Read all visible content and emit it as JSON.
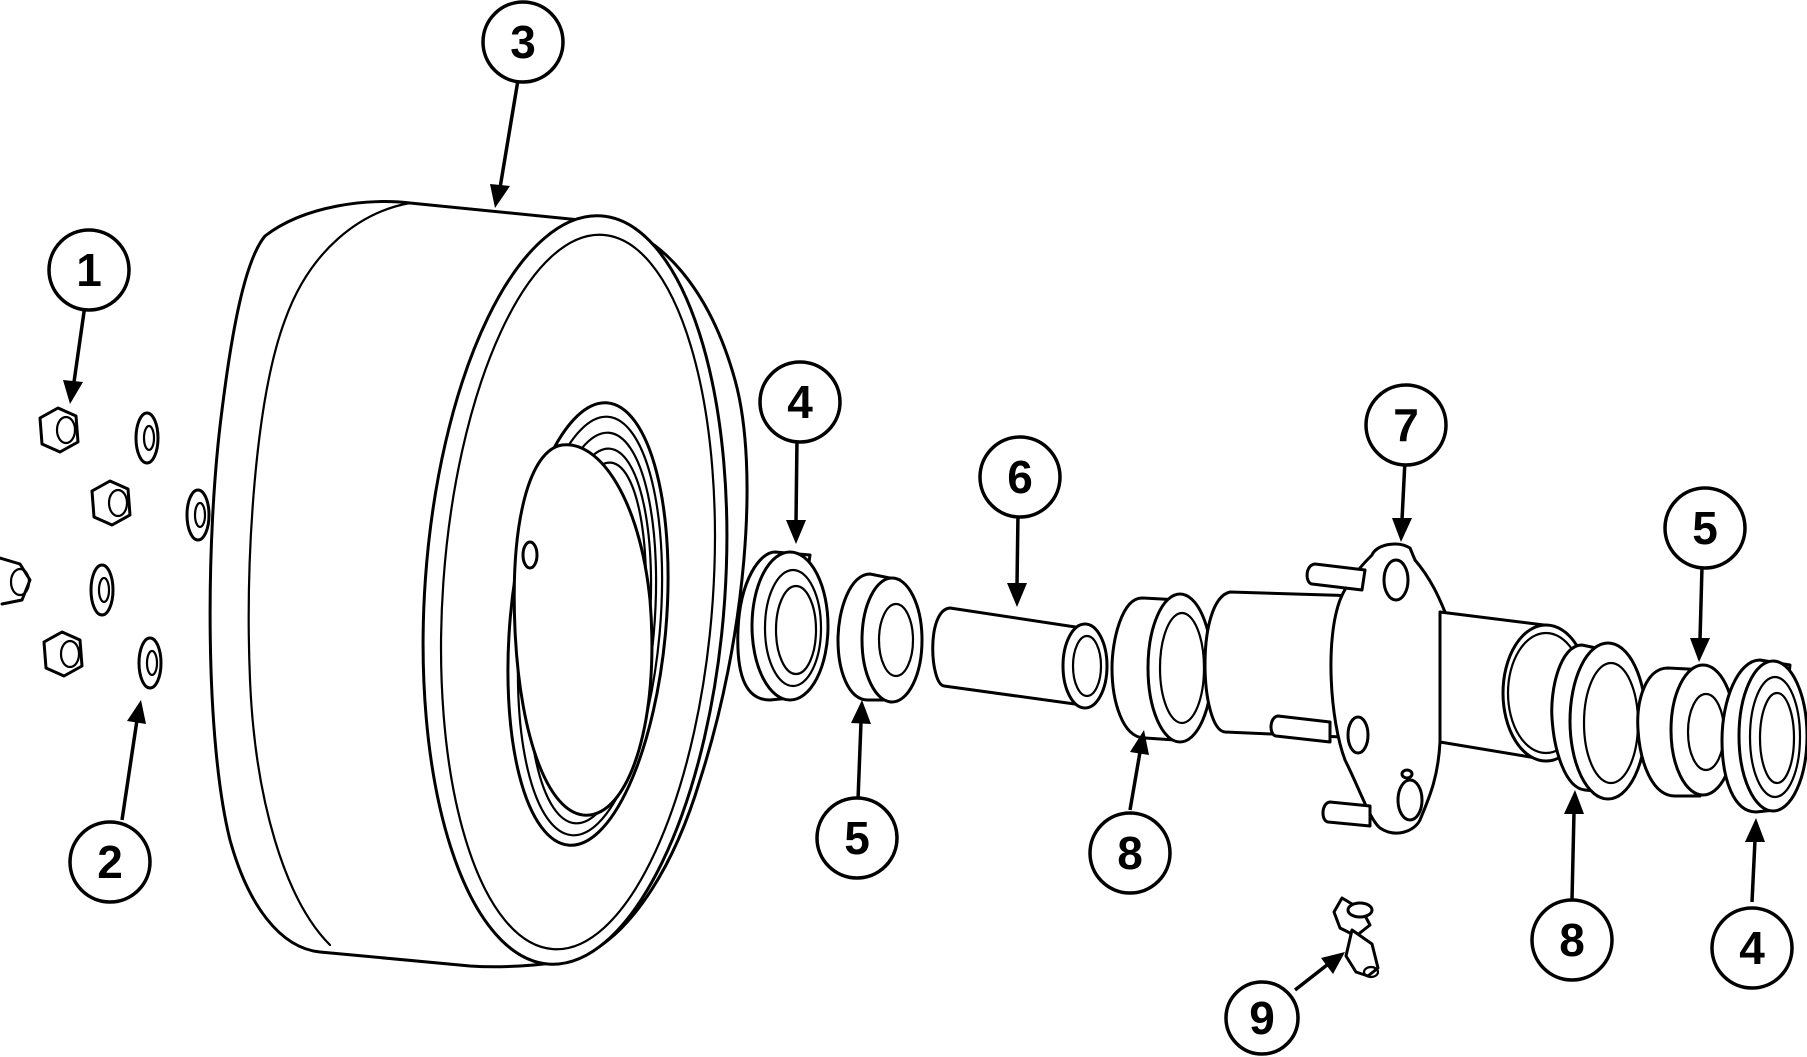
{
  "diagram": {
    "callouts": [
      {
        "id": "c1",
        "label": "1"
      },
      {
        "id": "c2",
        "label": "2"
      },
      {
        "id": "c3",
        "label": "3"
      },
      {
        "id": "c4a",
        "label": "4"
      },
      {
        "id": "c5a",
        "label": "5"
      },
      {
        "id": "c6",
        "label": "6"
      },
      {
        "id": "c8a",
        "label": "8"
      },
      {
        "id": "c7",
        "label": "7"
      },
      {
        "id": "c5b",
        "label": "5"
      },
      {
        "id": "c8b",
        "label": "8"
      },
      {
        "id": "c4b",
        "label": "4"
      },
      {
        "id": "c9",
        "label": "9"
      }
    ]
  }
}
